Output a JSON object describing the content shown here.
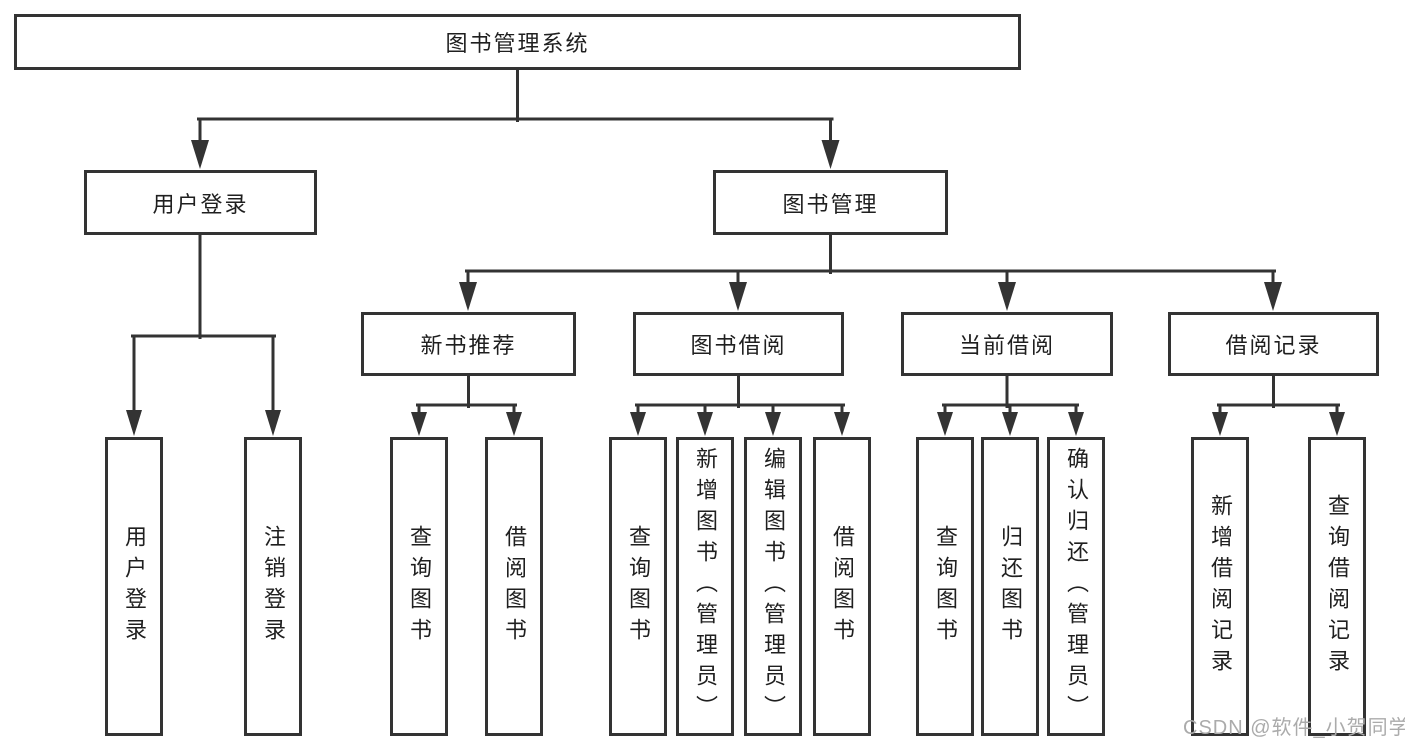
{
  "tree": {
    "root": {
      "label": "图书管理系统"
    },
    "branches": [
      {
        "label": "用户登录",
        "children": [
          {
            "label": "用户登录"
          },
          {
            "label": "注销登录"
          }
        ]
      },
      {
        "label": "图书管理",
        "children": [
          {
            "label": "新书推荐",
            "children": [
              {
                "label": "查询图书"
              },
              {
                "label": "借阅图书"
              }
            ]
          },
          {
            "label": "图书借阅",
            "children": [
              {
                "label": "查询图书"
              },
              {
                "label": "新增图书（管理员）"
              },
              {
                "label": "编辑图书（管理员）"
              },
              {
                "label": "借阅图书"
              }
            ]
          },
          {
            "label": "当前借阅",
            "children": [
              {
                "label": "查询图书"
              },
              {
                "label": "归还图书"
              },
              {
                "label": "确认归还（管理员）"
              }
            ]
          },
          {
            "label": "借阅记录",
            "children": [
              {
                "label": "新增借阅记录"
              },
              {
                "label": "查询借阅记录"
              }
            ]
          }
        ]
      }
    ]
  },
  "watermark": {
    "text": "CSDN @软件_小贺同学"
  },
  "colors": {
    "line": "#333333",
    "box_border": "#333333",
    "box_fill": "#ffffff",
    "text": "#1f1f1f",
    "watermark": "#ababab",
    "background": "#ffffff"
  }
}
